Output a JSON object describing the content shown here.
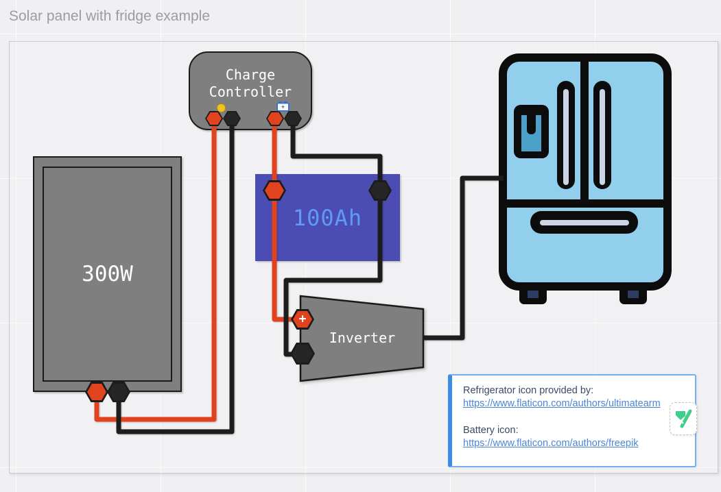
{
  "title": "Solar panel with fridge example",
  "diagram": {
    "charge_controller": {
      "line1": "Charge",
      "line2": "Controller"
    },
    "solar_panel": {
      "label": "300W"
    },
    "battery": {
      "label": "100Ah"
    },
    "inverter": {
      "label": "Inverter",
      "positive_terminal": "+"
    }
  },
  "attribution": {
    "refrigerator_credit": "Refrigerator icon provided by:",
    "refrigerator_link": "https://www.flaticon.com/authors/ultimatearm",
    "battery_credit": "Battery icon:",
    "battery_link": "https://www.flaticon.com/authors/freepik"
  },
  "colors": {
    "shape_gray": "#7f7f7f",
    "wire_positive_orange": "#e2431f",
    "wire_negative_black": "#1d1d1d",
    "battery_blue": "#4b4db2",
    "battery_text_blue": "#5f9bf2",
    "fridge_blue": "#92cfec",
    "link_blue": "#4a86d8",
    "note_border_blue": "#72aef0",
    "flaticon_green": "#40cf8a",
    "sun_yellow": "#f2c21d"
  }
}
